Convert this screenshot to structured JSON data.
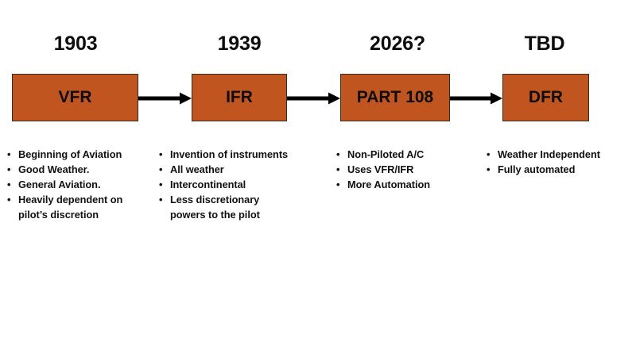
{
  "diagram": {
    "title_visible": false,
    "background_color": "#ffffff",
    "box_fill_color": "#c1551f",
    "box_border_color": "#3a2a1c",
    "text_color": "#111111",
    "arrow_color": "#000000",
    "stages": [
      {
        "heading": "1903",
        "box_label": "VFR",
        "bullets": [
          "Beginning of Aviation",
          "Good Weather.",
          "General Aviation.",
          "Heavily dependent on\n pilot’s discretion"
        ]
      },
      {
        "heading": "1939",
        "box_label": "IFR",
        "bullets": [
          "Invention of instruments",
          "All weather",
          "Intercontinental",
          "Less discretionary\n powers to the pilot"
        ]
      },
      {
        "heading": "2026?",
        "box_label": "PART 108",
        "bullets": [
          "Non-Piloted A/C",
          "Uses VFR/IFR",
          "More Automation"
        ]
      },
      {
        "heading": "TBD",
        "box_label": "DFR",
        "bullets": [
          "Weather Independent",
          "Fully automated"
        ]
      }
    ],
    "connectors": [
      {
        "name": "arrow-vfr-to-ifr"
      },
      {
        "name": "arrow-ifr-to-part108"
      },
      {
        "name": "arrow-part108-to-dfr"
      }
    ]
  }
}
